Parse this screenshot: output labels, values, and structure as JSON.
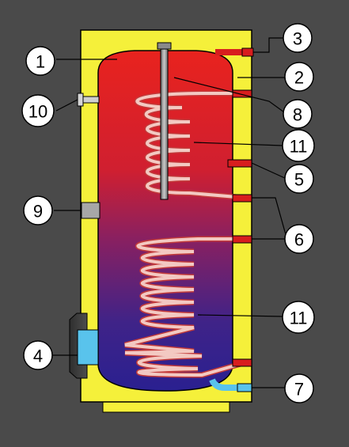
{
  "colors": {
    "background": "#4a4a4a",
    "insulation": "#f5f03a",
    "tank_top": "#e8231e",
    "tank_bottom": "#2a2090",
    "pipe": "#d81e1e",
    "coil": "#f3c9c2",
    "coil_shadow": "#c23a3a",
    "connection_blue": "#59c3ec",
    "flange": "#3c3c3c",
    "sensor": "#a7a7a7"
  },
  "callouts": [
    {
      "id": "1",
      "label": "1"
    },
    {
      "id": "2",
      "label": "2"
    },
    {
      "id": "3",
      "label": "3"
    },
    {
      "id": "4",
      "label": "4"
    },
    {
      "id": "5",
      "label": "5"
    },
    {
      "id": "6",
      "label": "6"
    },
    {
      "id": "7",
      "label": "7"
    },
    {
      "id": "8",
      "label": "8"
    },
    {
      "id": "9",
      "label": "9"
    },
    {
      "id": "10",
      "label": "10"
    },
    {
      "id": "11a",
      "label": "11"
    },
    {
      "id": "11b",
      "label": "11"
    }
  ]
}
